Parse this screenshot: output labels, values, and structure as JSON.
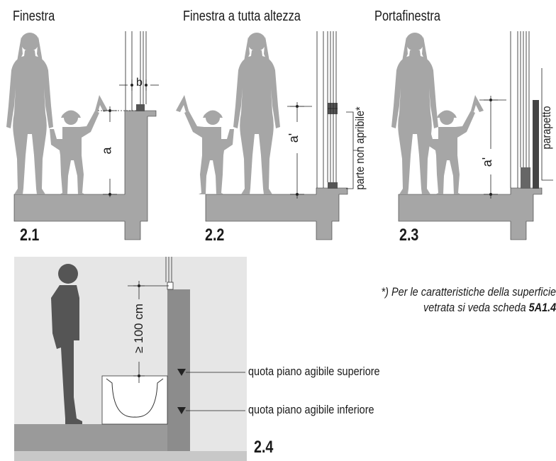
{
  "panels": [
    {
      "id": "2.1",
      "title": "Finestra",
      "number": "2.1",
      "dim_labels": [
        "a",
        "b"
      ]
    },
    {
      "id": "2.2",
      "title": "Finestra a tutta altezza",
      "number": "2.2",
      "dim_labels": [
        "a'"
      ],
      "side_label": "parte non apribile*"
    },
    {
      "id": "2.3",
      "title": "Portafinestra",
      "number": "2.3",
      "dim_labels": [
        "a'"
      ],
      "side_label": "parapetto"
    },
    {
      "id": "2.4",
      "number": "2.4",
      "dim_labels": [
        "≥ 100 cm"
      ],
      "callouts": [
        "quota piano agibile superiore",
        "quota piano agibile inferiore"
      ]
    }
  ],
  "footnote": {
    "line1": "*) Per le caratteristiche della superficie",
    "line2_prefix": "vetrata si veda scheda ",
    "line2_ref": "5A1.4"
  },
  "colors": {
    "silhouette": "#a6a6a6",
    "floor": "#a6a6a6",
    "panel_bg": "#e6e6e6",
    "dark_figure": "#555555",
    "wall_dark": "#6e6e6e"
  }
}
